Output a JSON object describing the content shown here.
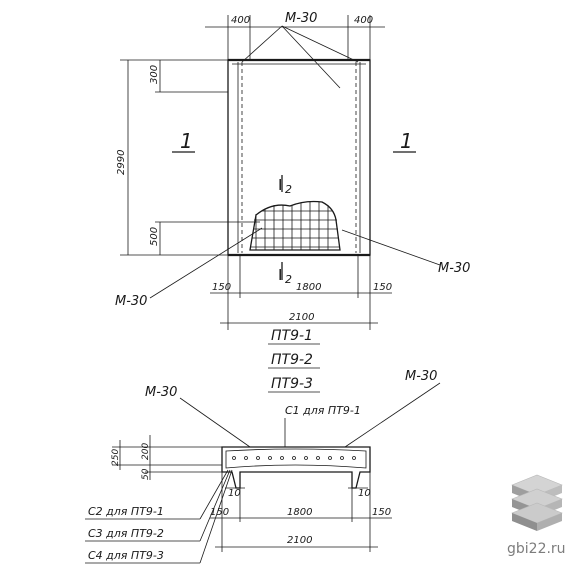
{
  "top_view": {
    "dim_left_400": "400",
    "dim_right_400": "400",
    "mark_m30_top": "М-30",
    "mark_m30_left": "М-30",
    "mark_m30_right": "М-30",
    "dim_300": "300",
    "dim_2990": "2990",
    "dim_500": "500",
    "dim_150_left": "150",
    "dim_1800": "1800",
    "dim_150_right": "150",
    "dim_2100": "2100",
    "section_left": "1",
    "section_right": "1",
    "cut_top": "I",
    "cut_top_num": "2",
    "cut_bottom": "I",
    "cut_bottom_num": "2"
  },
  "titles": [
    "ПТ9-1",
    "ПТ9-2",
    "ПТ9-3"
  ],
  "section_view": {
    "mark_m30_left": "М-30",
    "mark_m30_right": "М-30",
    "c1_label": "С1 для ПТ9-1",
    "dim_250": "250",
    "dim_200": "200",
    "dim_50": "50",
    "dim_10_left": "10",
    "dim_10_right": "10",
    "dim_150_left": "150",
    "dim_1800": "1800",
    "dim_150_right": "150",
    "dim_2100": "2100",
    "callouts": [
      "С2 для ПТ9-1",
      "С3 для ПТ9-2",
      "С4 для ПТ9-3"
    ]
  },
  "watermark": {
    "text": "gbi22.ru",
    "color": "#7d7d7d"
  }
}
